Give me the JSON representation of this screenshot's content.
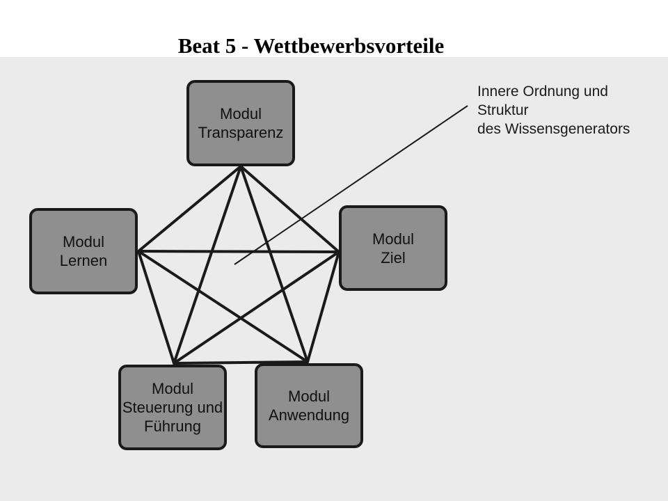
{
  "title": "Beat 5 - Wettbewerbsvorteile",
  "modules": {
    "transparenz": {
      "lines": [
        "Modul",
        "Transparenz"
      ]
    },
    "ziel": {
      "lines": [
        "Modul",
        "Ziel"
      ]
    },
    "anwendung": {
      "lines": [
        "Modul",
        "Anwendung"
      ]
    },
    "steuerung": {
      "lines": [
        "Modul",
        "Steuerung und",
        "Führung"
      ]
    },
    "lernen": {
      "lines": [
        "Modul",
        "Lernen"
      ]
    }
  },
  "annotation": {
    "lines": [
      "Innere Ordnung und",
      "Struktur",
      "des Wissensgenerators"
    ]
  },
  "colors": {
    "box_fill": "#8f8f8f",
    "box_border": "#1a1a1a",
    "line": "#1a1a1a",
    "background_scan": "#ebebeb"
  }
}
